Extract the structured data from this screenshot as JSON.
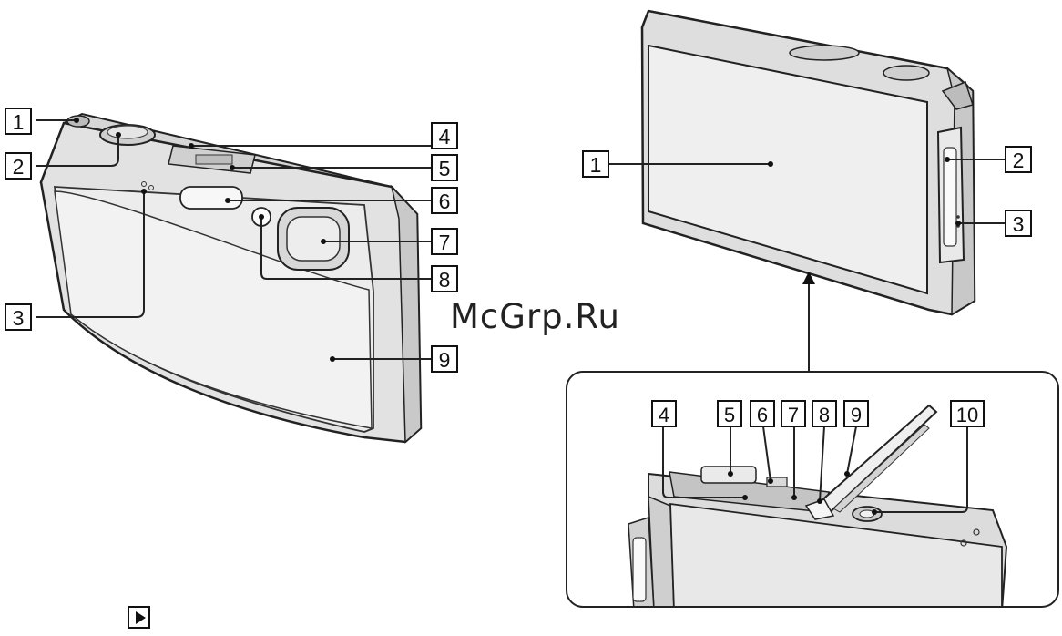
{
  "watermark": "McGrp.Ru",
  "front_view": {
    "callouts": [
      {
        "id": "c1",
        "text": "1"
      },
      {
        "id": "c2",
        "text": "2"
      },
      {
        "id": "c3",
        "text": "3"
      },
      {
        "id": "c4",
        "text": "4"
      },
      {
        "id": "c5",
        "text": "5"
      },
      {
        "id": "c6",
        "text": "6"
      },
      {
        "id": "c7",
        "text": "7"
      },
      {
        "id": "c8",
        "text": "8"
      },
      {
        "id": "c9",
        "text": "9"
      }
    ]
  },
  "rear_view": {
    "callouts": [
      {
        "id": "r1",
        "text": "1"
      },
      {
        "id": "r2",
        "text": "2"
      },
      {
        "id": "r3",
        "text": "3"
      }
    ]
  },
  "bottom_view": {
    "callouts": [
      {
        "id": "b4",
        "text": "4"
      },
      {
        "id": "b5",
        "text": "5"
      },
      {
        "id": "b6",
        "text": "6"
      },
      {
        "id": "b7",
        "text": "7"
      },
      {
        "id": "b8",
        "text": "8"
      },
      {
        "id": "b9",
        "text": "9"
      },
      {
        "id": "b10",
        "text": "10"
      }
    ]
  },
  "playback_icon": "play-icon"
}
